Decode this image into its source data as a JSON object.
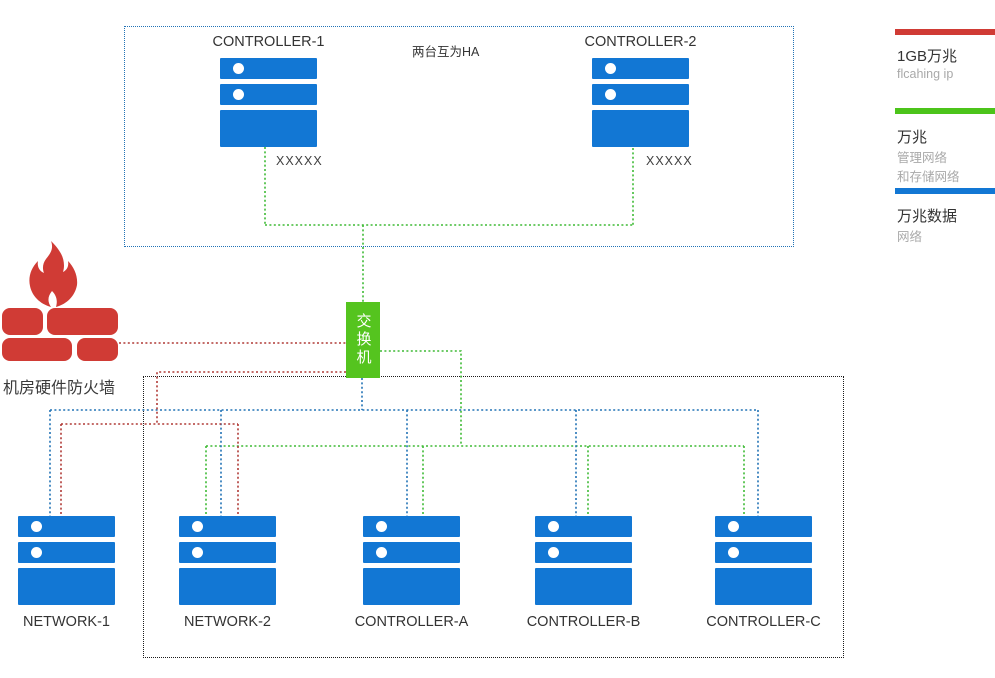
{
  "ha_box": {
    "note": "两台互为HA",
    "controllers": [
      {
        "name": "CONTROLLER-1",
        "port_label": "XXXXX"
      },
      {
        "name": "CONTROLLER-2",
        "port_label": "XXXXX"
      }
    ]
  },
  "switch": {
    "label": "交换机"
  },
  "firewall": {
    "label": "机房硬件防火墙"
  },
  "bottom_group": {
    "servers": [
      {
        "name": "NETWORK-1"
      },
      {
        "name": "NETWORK-2"
      },
      {
        "name": "CONTROLLER-A"
      },
      {
        "name": "CONTROLLER-B"
      },
      {
        "name": "CONTROLLER-C"
      }
    ]
  },
  "legend": {
    "items": [
      {
        "title": "1GB万兆",
        "lines": [
          "flcahing ip"
        ],
        "color": "#d03b35"
      },
      {
        "title": "万兆",
        "lines": [
          "管理网络",
          "和存储网络"
        ],
        "color": "#4cc41a"
      },
      {
        "title": "万兆数据",
        "lines": [
          "网络"
        ],
        "color": "#1277d4"
      }
    ]
  },
  "colors": {
    "server_blue": "#1277d4",
    "switch_green": "#55c41f",
    "firewall_red": "#d03b35",
    "line_blue": "#2273b6",
    "line_green": "#3eba35",
    "line_red": "#b03a36",
    "line_black": "#1c1c1c"
  }
}
